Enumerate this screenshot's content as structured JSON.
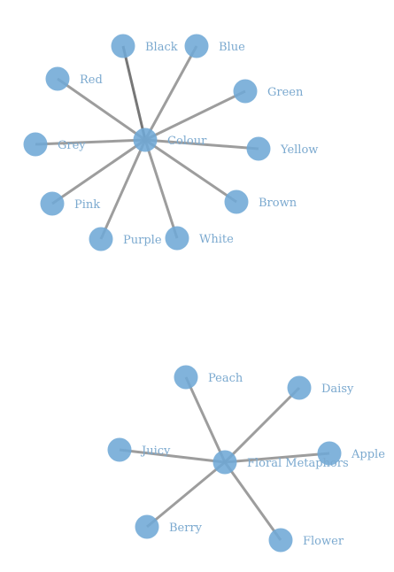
{
  "colors": {
    "node": "#6fa8d6",
    "label": "#7ba9cf",
    "edge": "#8c8c8c",
    "edge_dark": "#5f5f5f"
  },
  "graphs": [
    {
      "hub": "Colour",
      "leaves": [
        "Black",
        "Blue",
        "Red",
        "Green",
        "Grey",
        "Yellow",
        "Pink",
        "Brown",
        "Purple",
        "White"
      ]
    },
    {
      "hub": "Floral Metaphors",
      "leaves": [
        "Peach",
        "Daisy",
        "Juicy",
        "Apple",
        "Berry",
        "Flower"
      ]
    }
  ]
}
